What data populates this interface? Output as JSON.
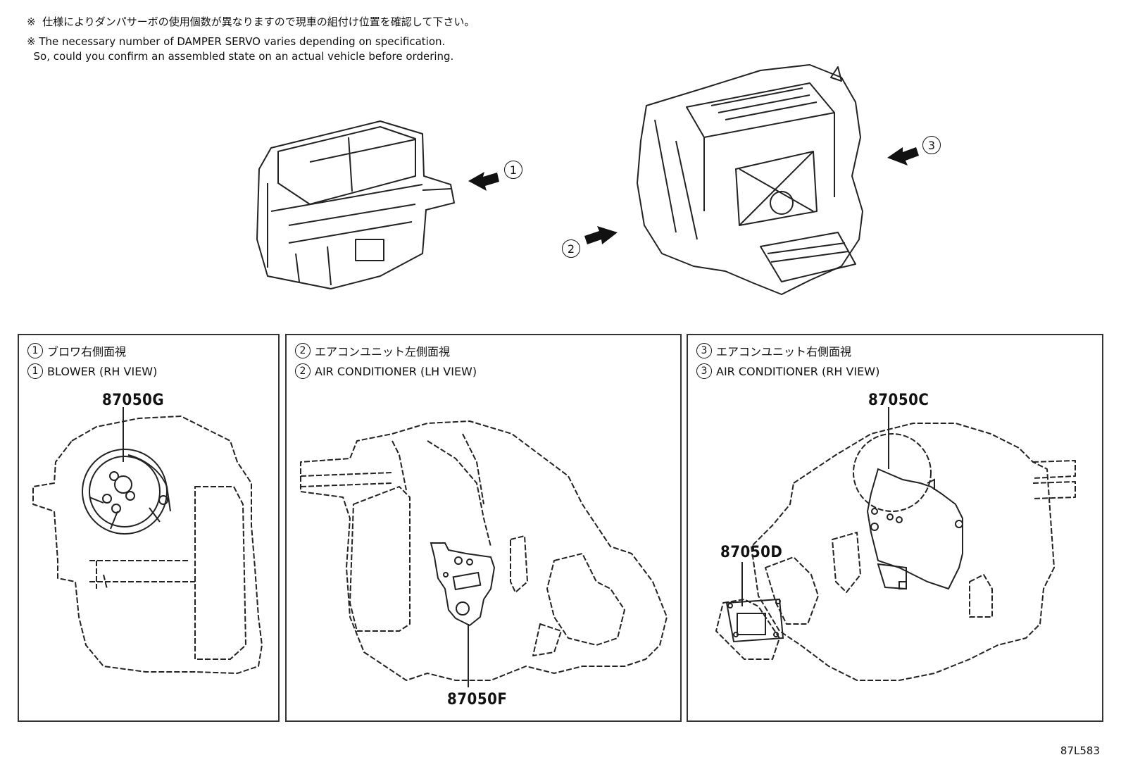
{
  "notes": {
    "jp": "※  仕様によりダンパサーボの使用個数が異なりますので現車の組付け位置を確認して下さい。",
    "en1": "※ The necessary number of DAMPER SERVO varies depending on specification.",
    "en2": "  So, could you confirm an assembled state on an actual vehicle before ordering."
  },
  "callouts": [
    {
      "num": "1"
    },
    {
      "num": "2"
    },
    {
      "num": "3"
    }
  ],
  "panels": [
    {
      "num": "1",
      "title_jp": "ブロワ右側面視",
      "title_en": "BLOWER (RH VIEW)",
      "parts": [
        "87050G"
      ]
    },
    {
      "num": "2",
      "title_jp": "エアコンユニット左側面視",
      "title_en": "AIR CONDITIONER (LH VIEW)",
      "parts": [
        "87050F"
      ]
    },
    {
      "num": "3",
      "title_jp": "エアコンユニット右側面視",
      "title_en": "AIR CONDITIONER (RH VIEW)",
      "parts": [
        "87050C",
        "87050D"
      ]
    }
  ],
  "drawing_number": "87L583"
}
